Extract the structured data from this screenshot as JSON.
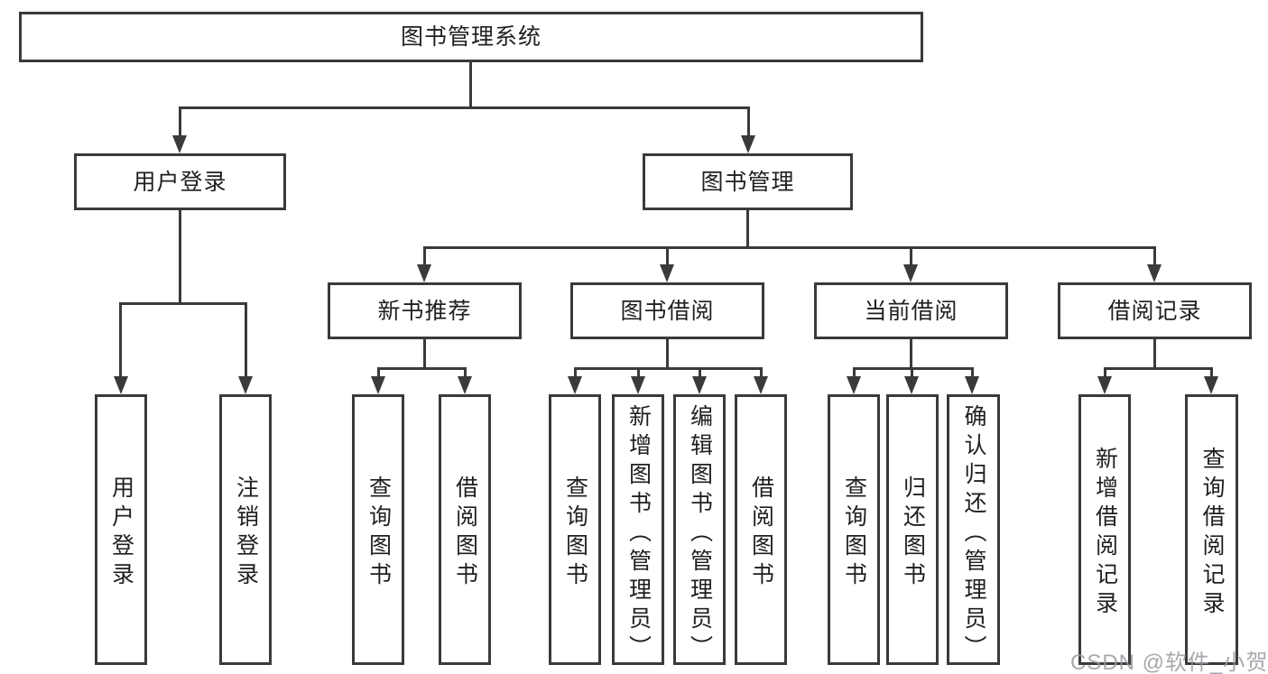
{
  "tree": {
    "root": {
      "label": "图书管理系统"
    },
    "login": {
      "label": "用户登录",
      "children": [
        {
          "label": "用户登录"
        },
        {
          "label": "注销登录"
        }
      ]
    },
    "mgmt": {
      "label": "图书管理",
      "groups": [
        {
          "label": "新书推荐",
          "children": [
            {
              "label": "查询图书"
            },
            {
              "label": "借阅图书"
            }
          ]
        },
        {
          "label": "图书借阅",
          "children": [
            {
              "label": "查询图书"
            },
            {
              "label": "新增图书（管理员）"
            },
            {
              "label": "编辑图书（管理员）"
            },
            {
              "label": "借阅图书"
            }
          ]
        },
        {
          "label": "当前借阅",
          "children": [
            {
              "label": "查询图书"
            },
            {
              "label": "归还图书"
            },
            {
              "label": "确认归还（管理员）"
            }
          ]
        },
        {
          "label": "借阅记录",
          "children": [
            {
              "label": "新增借阅记录"
            },
            {
              "label": "查询借阅记录"
            }
          ]
        }
      ]
    }
  },
  "watermark": {
    "text": "CSDN @软件_小贺同学"
  },
  "colors": {
    "line": "#3a3a3a",
    "text": "#1f1f1f",
    "background": "#ffffff",
    "watermark": "#9a9aa0"
  }
}
